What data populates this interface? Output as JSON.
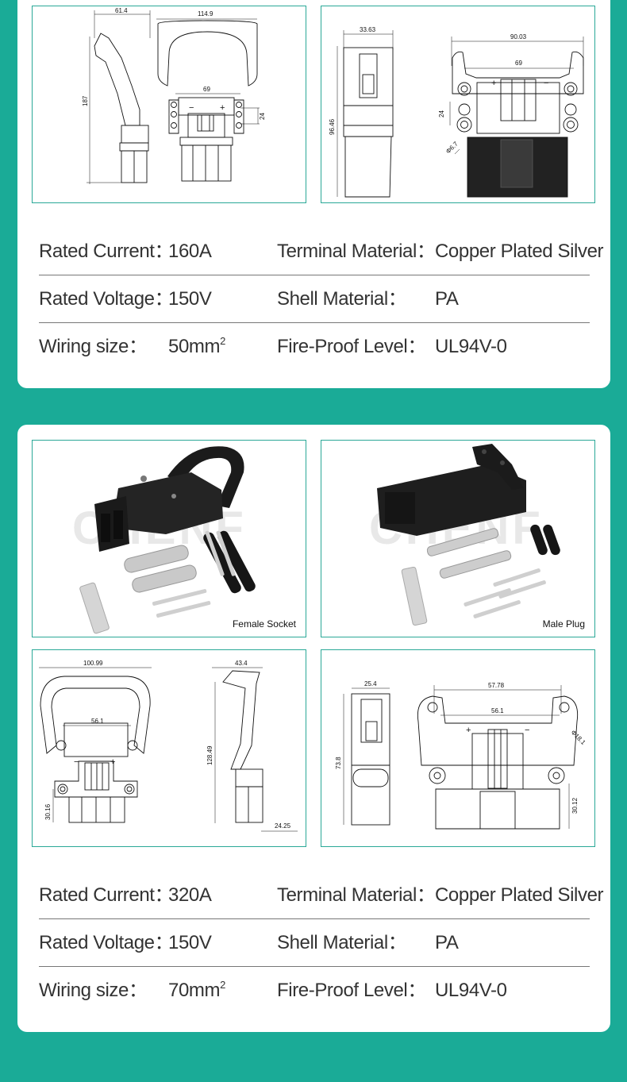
{
  "sections": [
    {
      "drawings": {
        "side_a": {
          "width": "61.4",
          "height": "187"
        },
        "front_a": {
          "width": "114.9",
          "pitch": "69",
          "pin_offset": "24",
          "minus": "−",
          "plus": "+"
        },
        "side_b": {
          "width": "33.63",
          "height": "96.46"
        },
        "front_b": {
          "width": "90.03",
          "pitch": "69",
          "pin_offset": "24",
          "hole": "Φ6.7",
          "minus": "−",
          "plus": "+"
        }
      },
      "specs": [
        {
          "label": "Rated Current：",
          "value": "160A",
          "label2": "Terminal Material：",
          "value2": "Copper Plated Silver"
        },
        {
          "label": "Rated Voltage：",
          "value": "150V",
          "label2": "Shell Material：",
          "value2": "PA"
        },
        {
          "label": "Wiring size：",
          "value": "50mm",
          "value_sup": "2",
          "label2": "Fire-Proof Level：",
          "value2": "UL94V-0"
        }
      ]
    },
    {
      "photos": [
        {
          "caption": "Female Socket",
          "watermark": "CHENF"
        },
        {
          "caption": "Male Plug",
          "watermark": "CHENF"
        }
      ],
      "drawings": {
        "front_a": {
          "width": "100.99",
          "pitch": "56.1",
          "pin_offset": "30.16",
          "minus": "−",
          "plus": "+"
        },
        "side_a": {
          "width": "43.4",
          "height": "128.49",
          "base": "24.25"
        },
        "side_b": {
          "width": "25.4",
          "height": "73.8"
        },
        "front_b": {
          "width": "57.78",
          "pitch": "56.1",
          "pin_offset": "30.12",
          "hole": "Φ18.1",
          "minus": "−",
          "plus": "+"
        }
      },
      "specs": [
        {
          "label": "Rated Current：",
          "value": "320A",
          "label2": "Terminal Material：",
          "value2": "Copper Plated Silver"
        },
        {
          "label": "Rated Voltage：",
          "value": "150V",
          "label2": "Shell Material：",
          "value2": "PA"
        },
        {
          "label": "Wiring size：",
          "value": "70mm",
          "value_sup": "2",
          "label2": "Fire-Proof Level：",
          "value2": "UL94V-0"
        }
      ]
    }
  ],
  "colors": {
    "background": "#1aab97",
    "card": "#ffffff",
    "panel_border": "#2aa897",
    "product": "#1b1b1b",
    "metal": "#c9c9c9"
  }
}
